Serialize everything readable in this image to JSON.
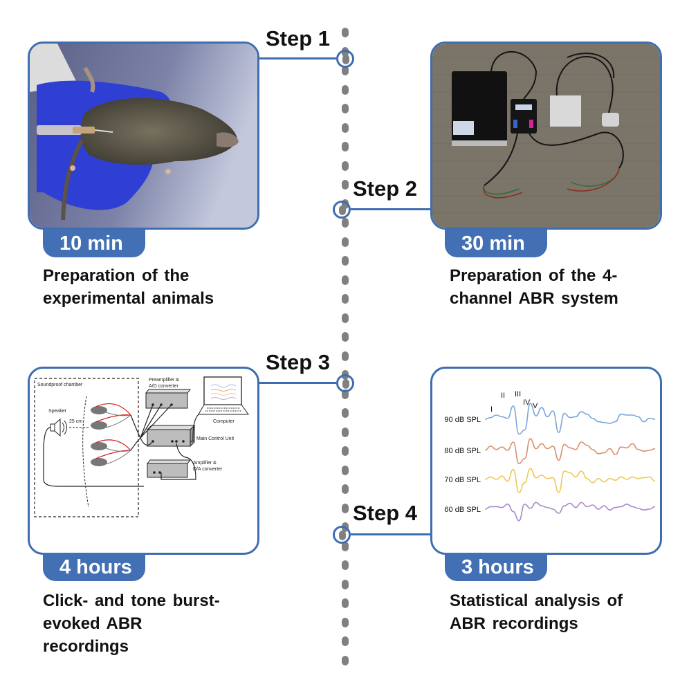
{
  "steps": [
    {
      "label": "Step 1",
      "duration": "10 min",
      "description_lines": [
        "Preparation of the",
        "experimental animals"
      ],
      "image": "photo-mouse-injection"
    },
    {
      "label": "Step 2",
      "duration": "30 min",
      "description_lines": [
        "Preparation of the 4-",
        "channel ABR system"
      ],
      "image": "photo-abr-equipment"
    },
    {
      "label": "Step 3",
      "duration": "4 hours",
      "description_lines": [
        "Click- and tone burst-",
        "evoked ABR",
        "recordings"
      ],
      "image": "schematic-abr-setup",
      "schematic": {
        "chamber_label": "Soundproof chamber",
        "speaker_label": "Speaker",
        "distance_label": "25 cm",
        "preamp_label_lines": [
          "Preamplifier &",
          "A/D converter"
        ],
        "main_unit_label": "Main Control Unit",
        "amp_label_lines": [
          "Amplifier &",
          "D/A converter"
        ],
        "computer_label": "Computer"
      }
    },
    {
      "label": "Step 4",
      "duration": "3 hours",
      "description_lines": [
        "Statistical analysis of",
        "ABR recordings"
      ],
      "image": "abr-waveforms"
    }
  ],
  "colors": {
    "accent": "#3e6db0",
    "badge": "#4370b4",
    "timeline_dot": "#808080"
  },
  "chart_data": {
    "type": "line",
    "title": "",
    "xlabel": "",
    "ylabel": "",
    "peak_labels": [
      "I",
      "II",
      "III",
      "IV",
      "V"
    ],
    "series": [
      {
        "name": "90 dB SPL",
        "color": "#7aa6dc",
        "values": [
          0,
          0.2,
          0.5,
          0.3,
          0.1,
          1.6,
          -1.8,
          -1.3,
          1.9,
          0.4,
          1.4,
          0.3,
          1.0,
          -1.6,
          0.7,
          0.2,
          0.3,
          0.9,
          0.6,
          0.1,
          -0.3,
          -0.4,
          -0.5,
          -0.3,
          0.6,
          0.5,
          0.5,
          0.3,
          -0.3,
          0.1,
          0.0
        ]
      },
      {
        "name": "80 dB SPL",
        "color": "#d99070",
        "values": [
          0,
          0.5,
          0.1,
          0.4,
          0.0,
          1.0,
          -1.6,
          -1.0,
          1.4,
          0.2,
          0.8,
          0.2,
          0.5,
          -1.2,
          0.7,
          0.3,
          0.1,
          1.0,
          0.6,
          0.1,
          -0.4,
          -0.3,
          0.2,
          -0.5,
          0.4,
          0.3,
          0.8,
          0.1,
          -0.1,
          0.0,
          0.2
        ]
      },
      {
        "name": "70 dB SPL",
        "color": "#efc85a",
        "values": [
          0,
          0.3,
          0.0,
          0.4,
          -0.2,
          1.2,
          -1.6,
          -0.4,
          1.3,
          0.2,
          0.5,
          0.1,
          0.2,
          -1.6,
          1.0,
          0.8,
          0.3,
          1.0,
          0.1,
          -0.4,
          0.1,
          -0.3,
          0.1,
          -0.1,
          0.3,
          0.0,
          0.3,
          0.1,
          0.2,
          0.3,
          -0.2
        ]
      },
      {
        "name": "60 dB SPL",
        "color": "#a98acb",
        "values": [
          0,
          0.3,
          0.3,
          0.2,
          0.6,
          -0.3,
          -1.4,
          0.6,
          0.1,
          0.8,
          0.4,
          0.2,
          0.0,
          -0.5,
          0.4,
          0.7,
          0.2,
          0.8,
          0.3,
          0.5,
          0.0,
          0.4,
          -0.1,
          0.2,
          0.3,
          0.6,
          0.3,
          0.1,
          -0.1,
          0.0,
          0.3
        ]
      }
    ]
  }
}
